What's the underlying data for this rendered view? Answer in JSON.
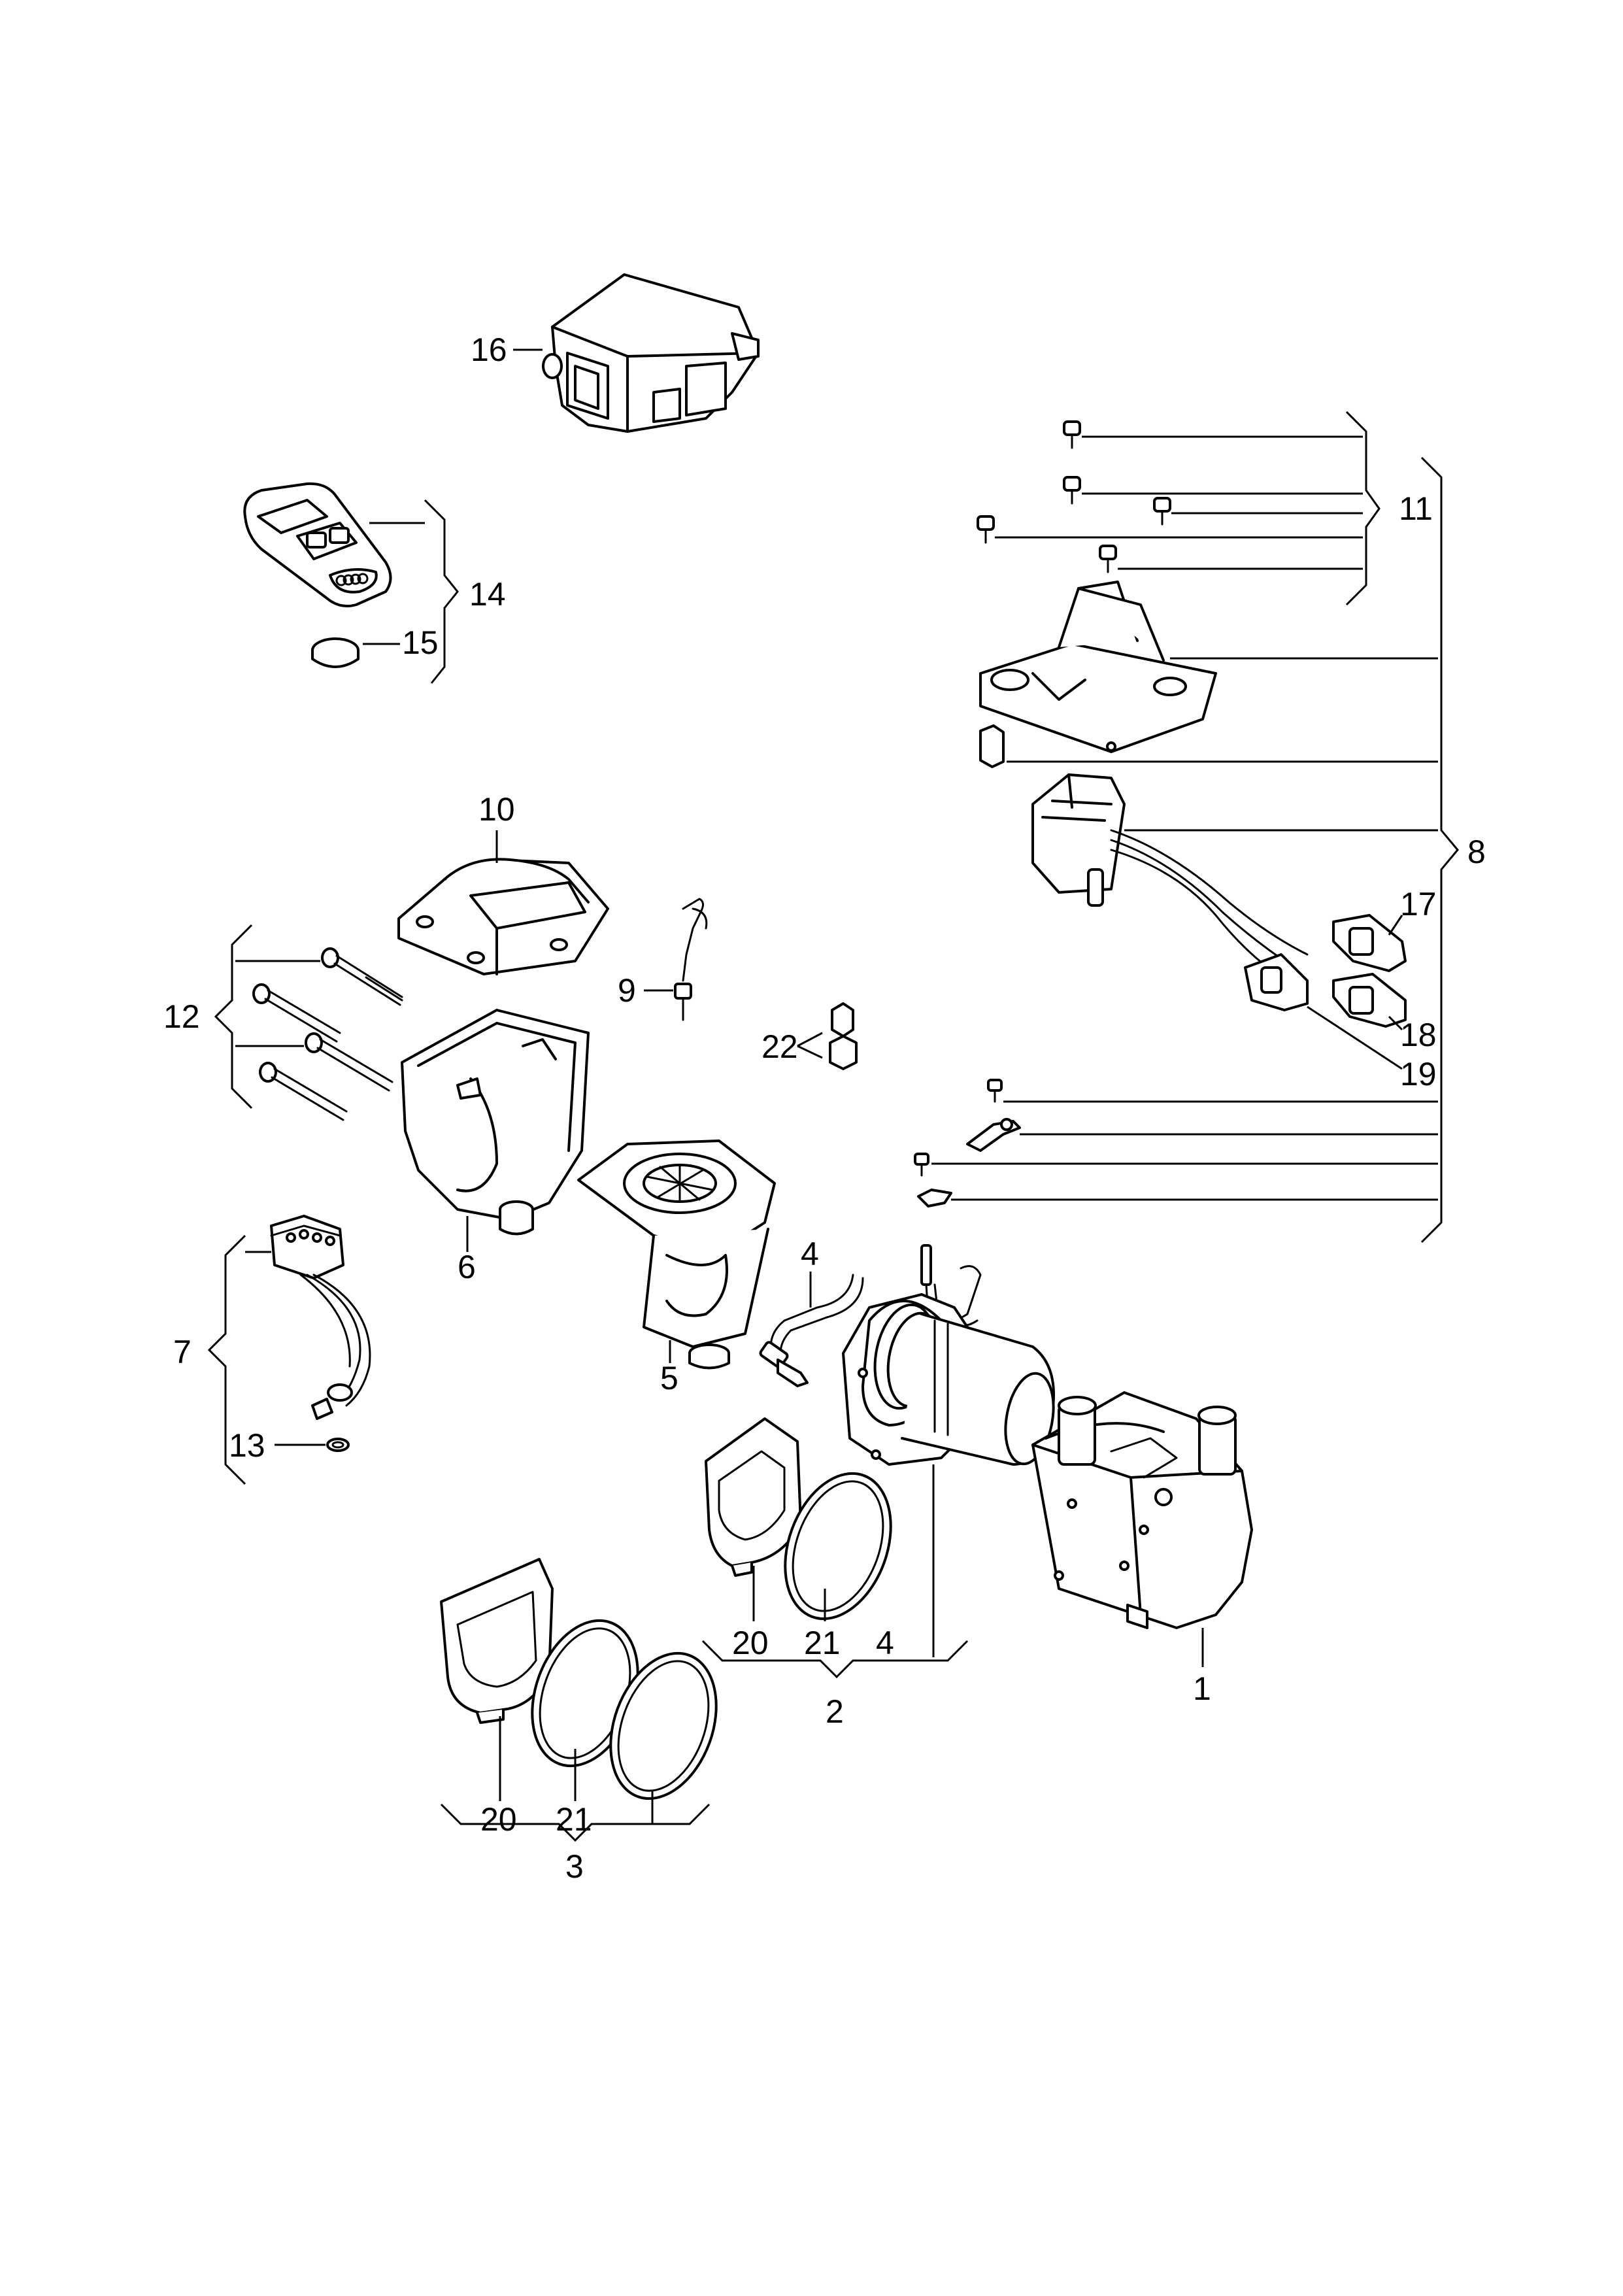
{
  "callouts": {
    "c1": "1",
    "c2": "2",
    "c3": "3",
    "c4a": "4",
    "c4b": "4",
    "c5": "5",
    "c6": "6",
    "c7": "7",
    "c8": "8",
    "c9": "9",
    "c10": "10",
    "c11": "11",
    "c12": "12",
    "c13": "13",
    "c14": "14",
    "c15": "15",
    "c16": "16",
    "c17": "17",
    "c18": "18",
    "c19": "19",
    "c20a": "20",
    "c20b": "20",
    "c21a": "21",
    "c21b": "21",
    "c22": "22"
  },
  "logo_text": "Audi"
}
